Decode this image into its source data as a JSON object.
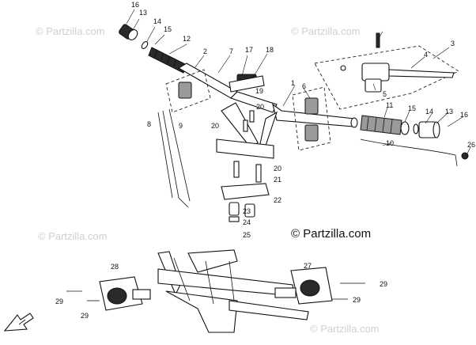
{
  "watermarks": [
    "© Partzilla.com",
    "© Partzilla.com",
    "© Partzilla.com",
    "© Partzilla.com"
  ],
  "copyright": "© Partzilla.com",
  "callouts": {
    "c1": "1",
    "c2": "2",
    "c3": "3",
    "c4": "4",
    "c5": "5",
    "c6": "6",
    "c7": "7",
    "c8": "8",
    "c9": "9",
    "c10": "10",
    "c11": "11",
    "c12": "12",
    "c13_left": "13",
    "c13_right": "13",
    "c14_left": "14",
    "c14_right": "14",
    "c15_left": "15",
    "c15_right": "15",
    "c16_left": "16",
    "c16_right": "16",
    "c17": "17",
    "c18": "18",
    "c19": "19",
    "c20_a": "20",
    "c20_b": "20",
    "c20_c": "20",
    "c21": "21",
    "c22": "22",
    "c23": "23",
    "c24": "24",
    "c25": "25",
    "c26": "26",
    "c27": "27",
    "c28": "28",
    "c29_a": "29",
    "c29_b": "29",
    "c29_c": "29",
    "c29_d": "29"
  },
  "icons": {
    "front_arrow": "front-direction-arrow-icon"
  }
}
